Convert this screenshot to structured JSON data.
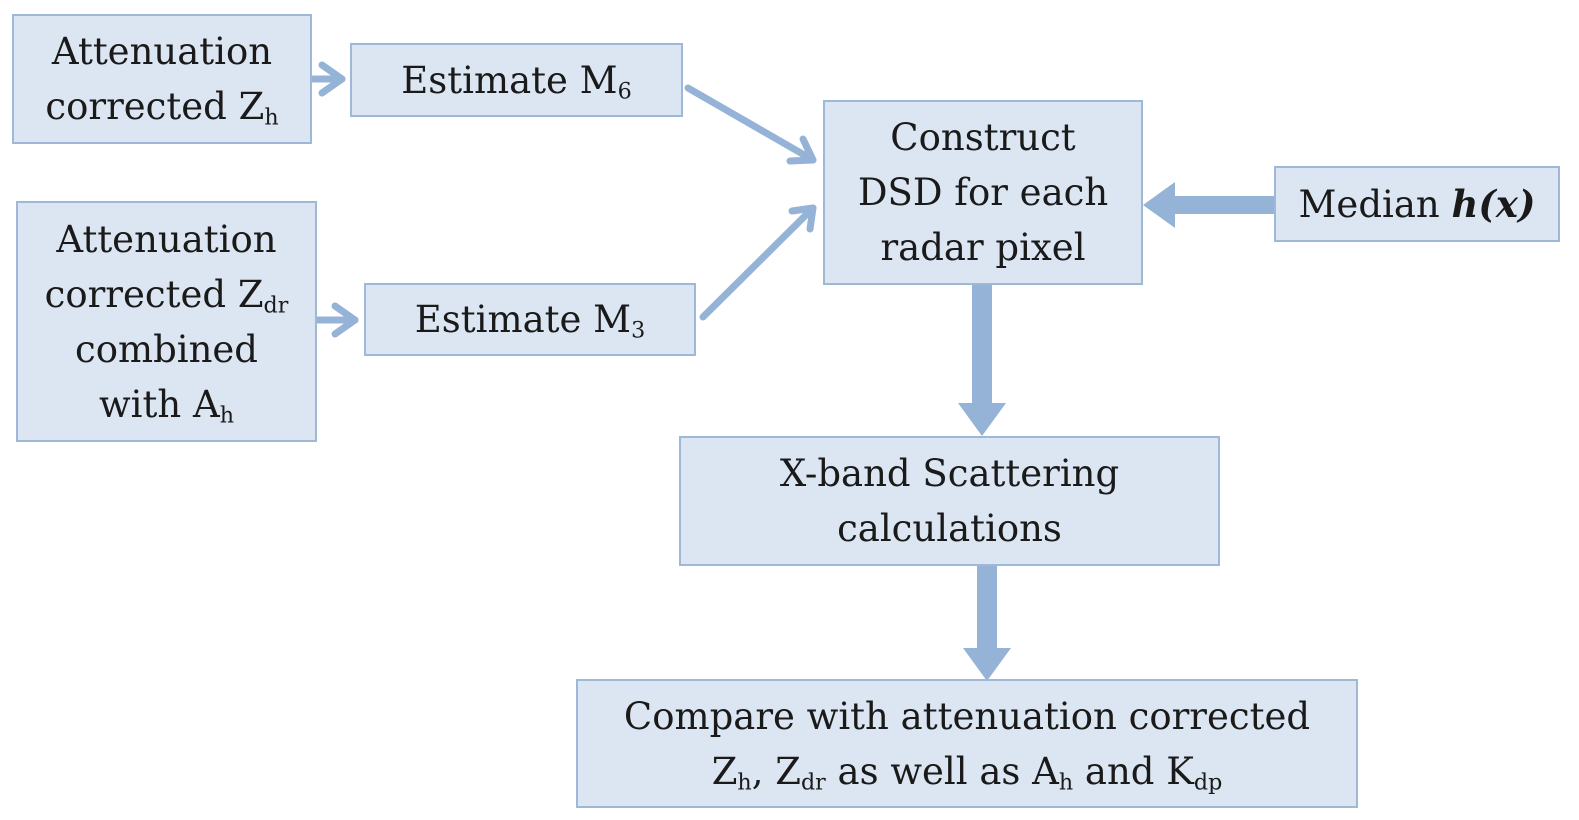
{
  "colors": {
    "box_fill": "#dce6f2",
    "box_border": "#9fb8d8",
    "arrow": "#95b3d7",
    "text": "#1a1a1a"
  },
  "nodes": {
    "att_zh": {
      "line1": "Attenuation",
      "line2": "corrected Z",
      "line2_sub": "h"
    },
    "est_m6": {
      "text": "Estimate M",
      "sub": "6"
    },
    "att_zdr": {
      "line1": "Attenuation",
      "line2": "corrected Z",
      "line2_sub": "dr",
      "line3": "combined",
      "line4": "with A",
      "line4_sub": "h"
    },
    "est_m3": {
      "text": "Estimate M",
      "sub": "3"
    },
    "construct_dsd": {
      "line1": "Construct",
      "line2": "DSD for each",
      "line3": "radar pixel"
    },
    "median_hx": {
      "text": "Median ",
      "italic": "h(x)"
    },
    "xband": {
      "line1": "X-band Scattering",
      "line2": "calculations"
    },
    "compare": {
      "line1": "Compare with attenuation corrected",
      "p1": "Z",
      "p1_sub": "h",
      "p2": ", Z",
      "p2_sub": "dr",
      "p3": " as well as A",
      "p3_sub": "h",
      "p4": " and K",
      "p4_sub": "dp"
    }
  },
  "edges": [
    {
      "from": "att_zh",
      "to": "est_m6"
    },
    {
      "from": "att_zdr",
      "to": "est_m3"
    },
    {
      "from": "est_m6",
      "to": "construct_dsd"
    },
    {
      "from": "est_m3",
      "to": "construct_dsd"
    },
    {
      "from": "median_hx",
      "to": "construct_dsd"
    },
    {
      "from": "construct_dsd",
      "to": "xband"
    },
    {
      "from": "xband",
      "to": "compare"
    }
  ]
}
